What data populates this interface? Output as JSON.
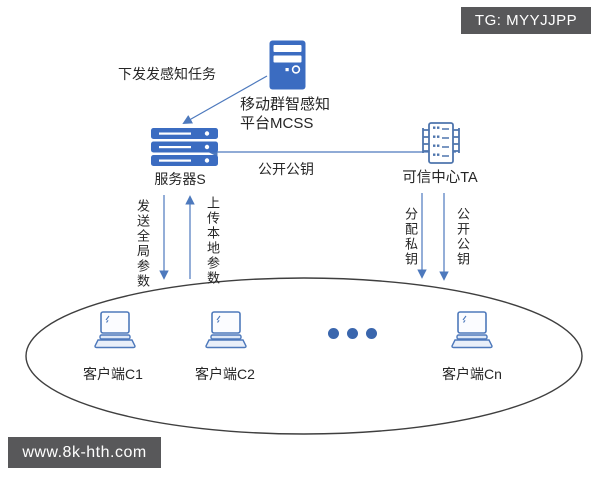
{
  "watermarks": {
    "top_right": "TG: MYYJJPP",
    "bottom_left": "www.8k-hth.com"
  },
  "diagram": {
    "platform": {
      "name_line1": "移动群智感知",
      "name_line2": "平台MCSS",
      "icon": "desktop-tower-icon"
    },
    "server": {
      "name": "服务器S",
      "icon": "server-rack-icon"
    },
    "trusted_center": {
      "name": "可信中心TA",
      "icon": "mainframe-icon"
    },
    "clients": [
      {
        "name": "客户端C1",
        "icon": "laptop-icon"
      },
      {
        "name": "客户端C2",
        "icon": "laptop-icon"
      },
      {
        "name": "客户端Cn",
        "icon": "laptop-icon"
      }
    ],
    "edges": {
      "dispatch_task": "下发发感知任务",
      "publish_public_key": "公开公钥",
      "send_global_params": "发送全局参数",
      "upload_local_params": "上传本地参数",
      "assign_private_key": "分配私钥",
      "publish_public_key_vertical": "公开公钥"
    }
  },
  "colors": {
    "solid_icon_blue": "#3b6cc1",
    "outline_icon_blue": "#4e75ad",
    "arrow_blue": "#4d79bd",
    "dots_blue": "#3a66ad",
    "ellipse_stroke": "#3f3f3f",
    "watermark_bg": "#58585a",
    "text": "#262626"
  }
}
